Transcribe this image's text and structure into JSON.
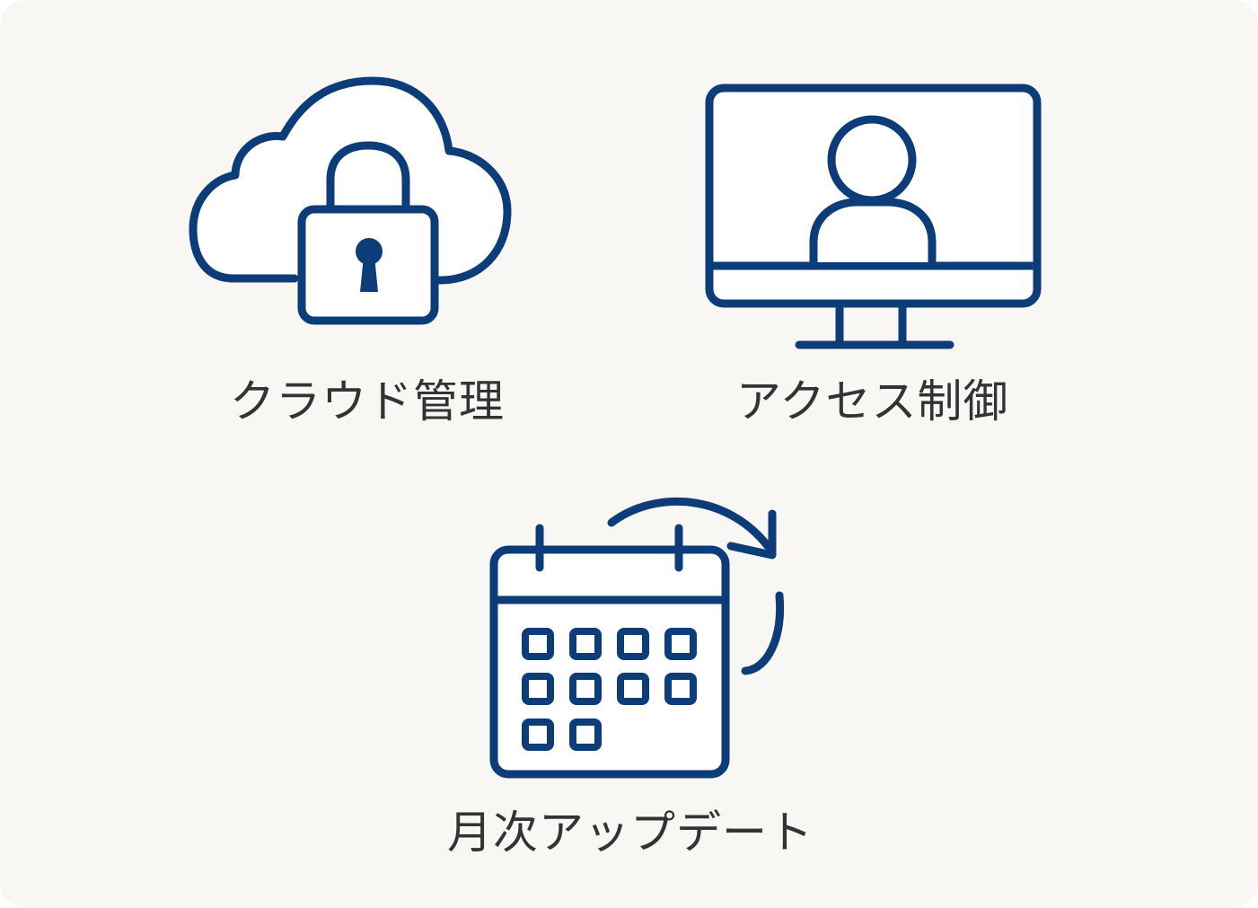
{
  "colors": {
    "background": "#f8f7f3",
    "icon_stroke": "#0d3d78",
    "icon_fill": "#ffffff",
    "label_text": "#333333"
  },
  "items": [
    {
      "id": "cloud-management",
      "icon": "cloud-lock-icon",
      "label": "クラウド管理"
    },
    {
      "id": "access-control",
      "icon": "monitor-user-icon",
      "label": "アクセス制御"
    },
    {
      "id": "monthly-update",
      "icon": "calendar-refresh-icon",
      "label": "月次アップデート"
    }
  ]
}
